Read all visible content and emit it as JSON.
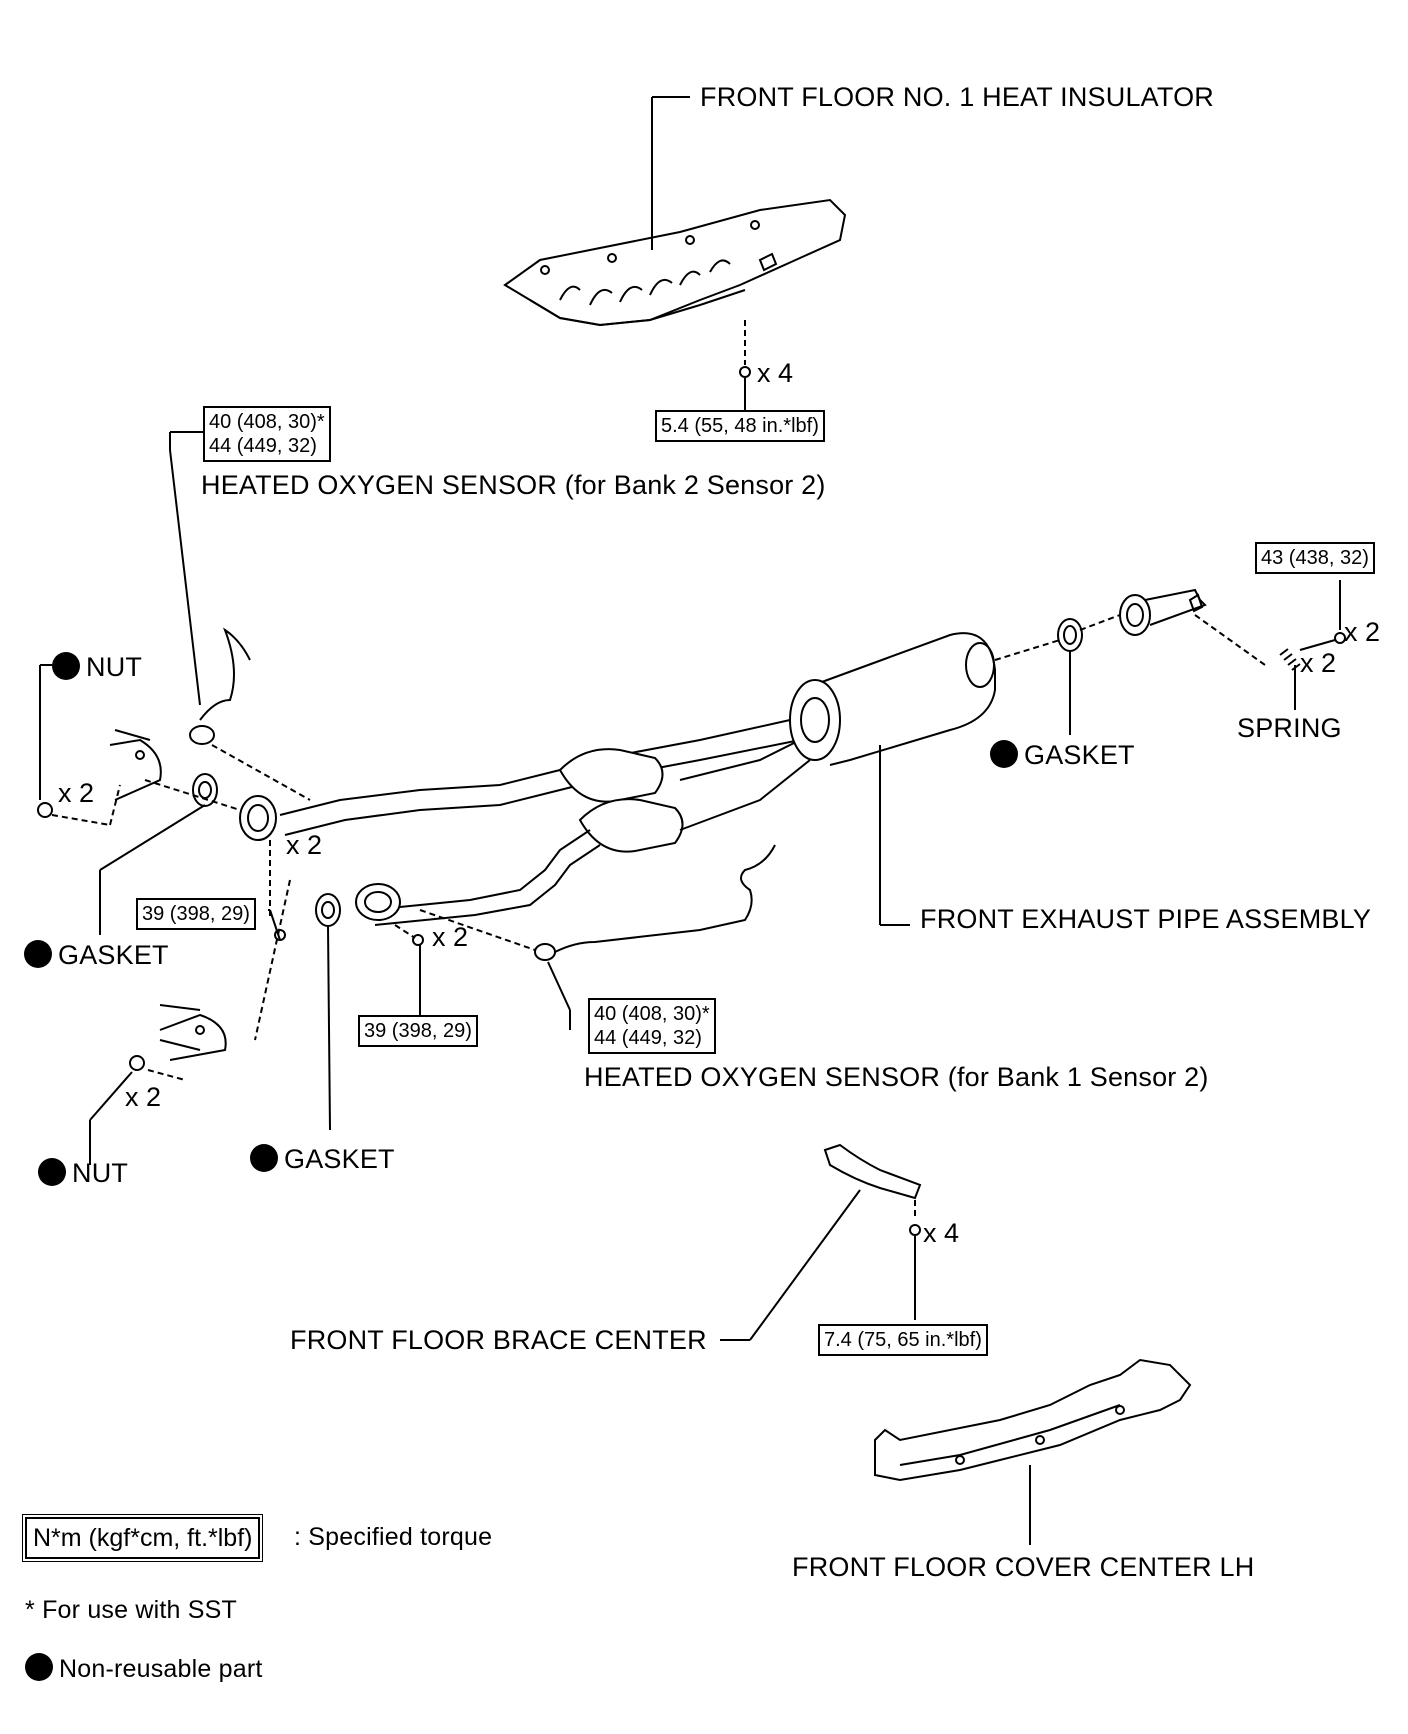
{
  "labels": {
    "heat_insulator": "FRONT FLOOR NO. 1 HEAT INSULATOR",
    "o2_bank2": "HEATED OXYGEN SENSOR (for Bank 2 Sensor 2)",
    "o2_bank1": "HEATED OXYGEN SENSOR (for Bank 1 Sensor 2)",
    "nut_top": "NUT",
    "nut_bottom": "NUT",
    "gasket_left": "GASKET",
    "gasket_bottom": "GASKET",
    "gasket_right": "GASKET",
    "spring": "SPRING",
    "exhaust_pipe": "FRONT EXHAUST PIPE ASSEMBLY",
    "brace_center": "FRONT FLOOR BRACE CENTER",
    "cover_center": "FRONT FLOOR COVER CENTER LH"
  },
  "torques": {
    "insulator": "5.4 (55, 48 in.*lbf)",
    "o2_bank2_line1": "40 (408, 30)*",
    "o2_bank2_line2": "44 (449, 32)",
    "o2_bank1_line1": "40 (408, 30)*",
    "o2_bank1_line2": "44 (449, 32)",
    "bolt_left": "39 (398, 29)",
    "bolt_mid": "39 (398, 29)",
    "spring_bolt": "43 (438, 32)",
    "brace": "7.4 (75, 65 in.*lbf)"
  },
  "multipliers": {
    "insulator_x4": "x 4",
    "nut_top_x2": "x 2",
    "bolt_left_x2": "x 2",
    "bolt_mid_x2": "x 2",
    "nut_bottom_x2": "x 2",
    "spring_bolt_x2": "x 2",
    "spring_x2": "x 2",
    "brace_x4": "x 4"
  },
  "legend": {
    "torque_unit": "N*m (kgf*cm, ft.*lbf)",
    "torque_desc": ": Specified torque",
    "sst_note": "* For use with SST",
    "nonreusable": "Non-reusable part"
  }
}
